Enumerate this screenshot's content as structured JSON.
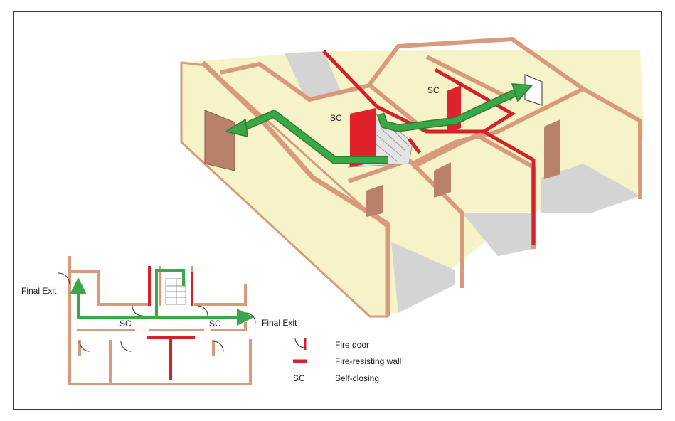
{
  "floor_plan": {
    "final_exit_left": "Final Exit",
    "final_exit_right": "Final Exit",
    "sc_left": "SC",
    "sc_right": "SC"
  },
  "isometric": {
    "sc_stair": "SC",
    "sc_corridor": "SC"
  },
  "legend": {
    "fire_door": "Fire door",
    "fire_resisting_wall": "Fire-resisting wall",
    "self_closing_symbol": "SC",
    "self_closing": "Self-closing"
  },
  "colors": {
    "wall": "#d99a7c",
    "wall_light": "#f7f3c9",
    "fire_wall": "#d8202a",
    "escape_route": "#3aa84a",
    "floor": "#d8d8d8",
    "door": "#b9806a"
  }
}
